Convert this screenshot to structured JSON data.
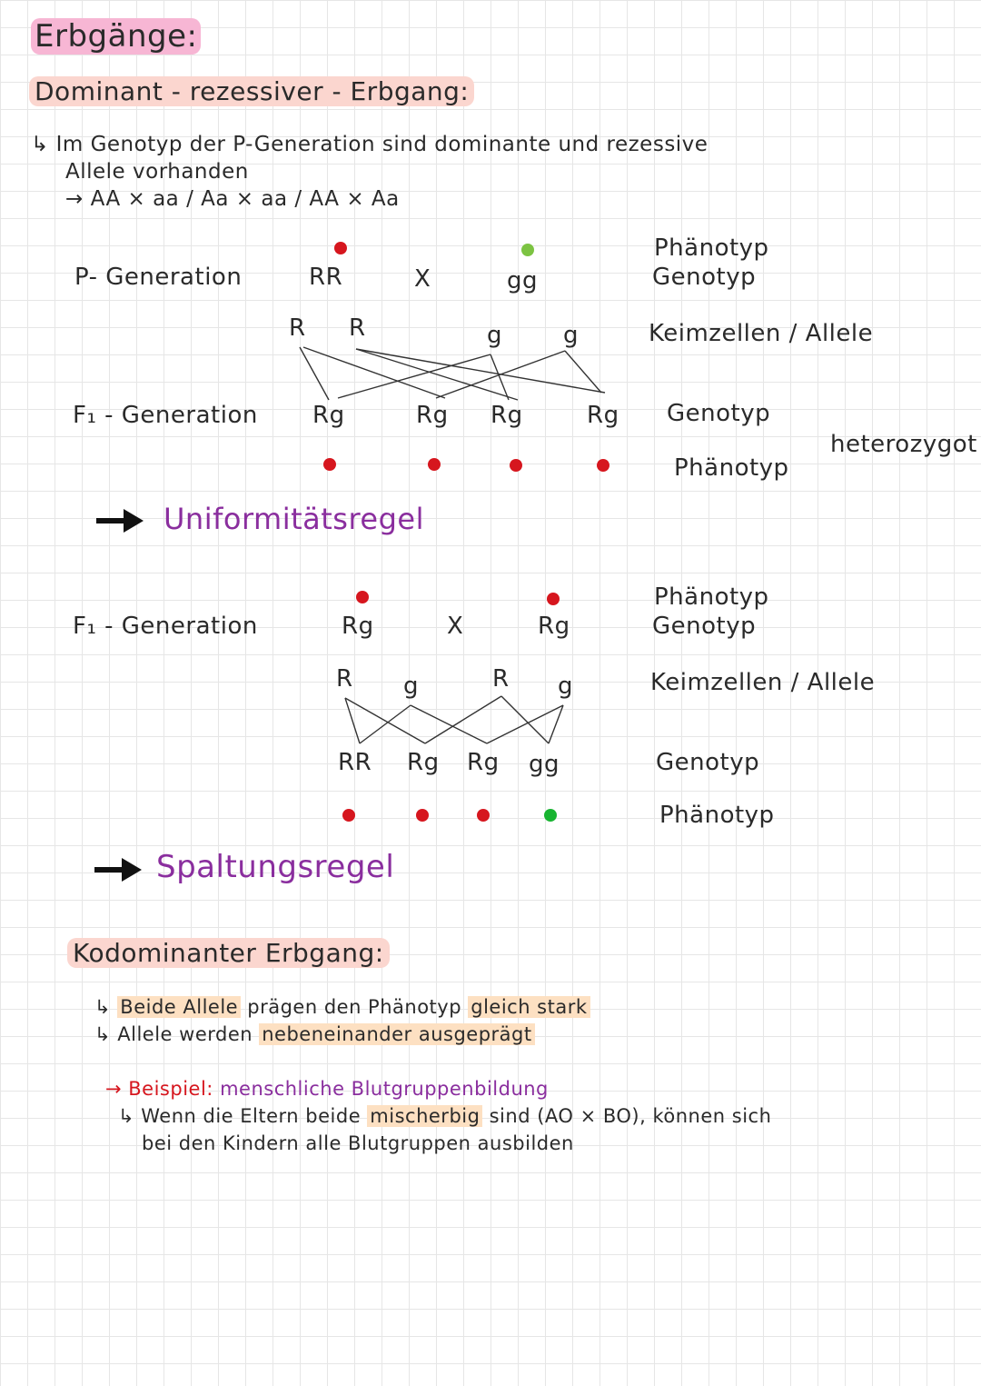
{
  "title": "Erbgänge:",
  "section1": {
    "heading": "Dominant - rezessiver - Erbgang:",
    "line1": "↳ Im Genotyp der P-Generation sind dominante und rezessive",
    "line2": "Allele vorhanden",
    "line3": "→ AA × aa / Aa × aa / AA × Aa"
  },
  "diagram1": {
    "row_label_p": "P- Generation",
    "parent_left": "RR",
    "cross": "X",
    "parent_right": "gg",
    "gamete_labels": [
      "R",
      "R",
      "g",
      "g"
    ],
    "row_label_f1": "F₁ - Generation",
    "offspring": [
      "Rg",
      "Rg",
      "Rg",
      "Rg"
    ],
    "side_phaenotyp": "Phänotyp",
    "side_genotyp": "Genotyp",
    "side_keimzellen": "Keimzellen / Allele",
    "side_genotyp2": "Genotyp",
    "side_phaenotyp2": "Phänotyp",
    "side_heterozygot": "heterozygot",
    "colors": {
      "red": "#d6161e",
      "green": "#7cc342"
    }
  },
  "rule1": "Uniformitätsregel",
  "diagram2": {
    "row_label_f1": "F₁ - Generation",
    "parent_left": "Rg",
    "cross": "X",
    "parent_right": "Rg",
    "gamete_labels": [
      "R",
      "g",
      "R",
      "g"
    ],
    "offspring": [
      "RR",
      "Rg",
      "Rg",
      "gg"
    ],
    "side_phaenotyp": "Phänotyp",
    "side_genotyp": "Genotyp",
    "side_keimzellen": "Keimzellen / Allele",
    "side_genotyp2": "Genotyp",
    "side_phaenotyp2": "Phänotyp"
  },
  "rule2": "Spaltungsregel",
  "section2": {
    "heading": "Kodominanter Erbgang:",
    "line1_prefix": "↳ ",
    "line1_hl1": "Beide Allele",
    "line1_mid": " prägen den Phänotyp ",
    "line1_hl2": "gleich stark",
    "line2_prefix": "↳ Allele werden ",
    "line2_hl": "nebeneinander ausgeprägt",
    "example_label": "→ Beispiel:",
    "example_text": "menschliche Blutgruppenbildung",
    "example_line1_a": "↳ Wenn die Eltern beide ",
    "example_line1_hl": "mischerbig",
    "example_line1_b": " sind (AO × BO), können sich",
    "example_line2": "bei den Kindern alle Blutgruppen ausbilden"
  }
}
